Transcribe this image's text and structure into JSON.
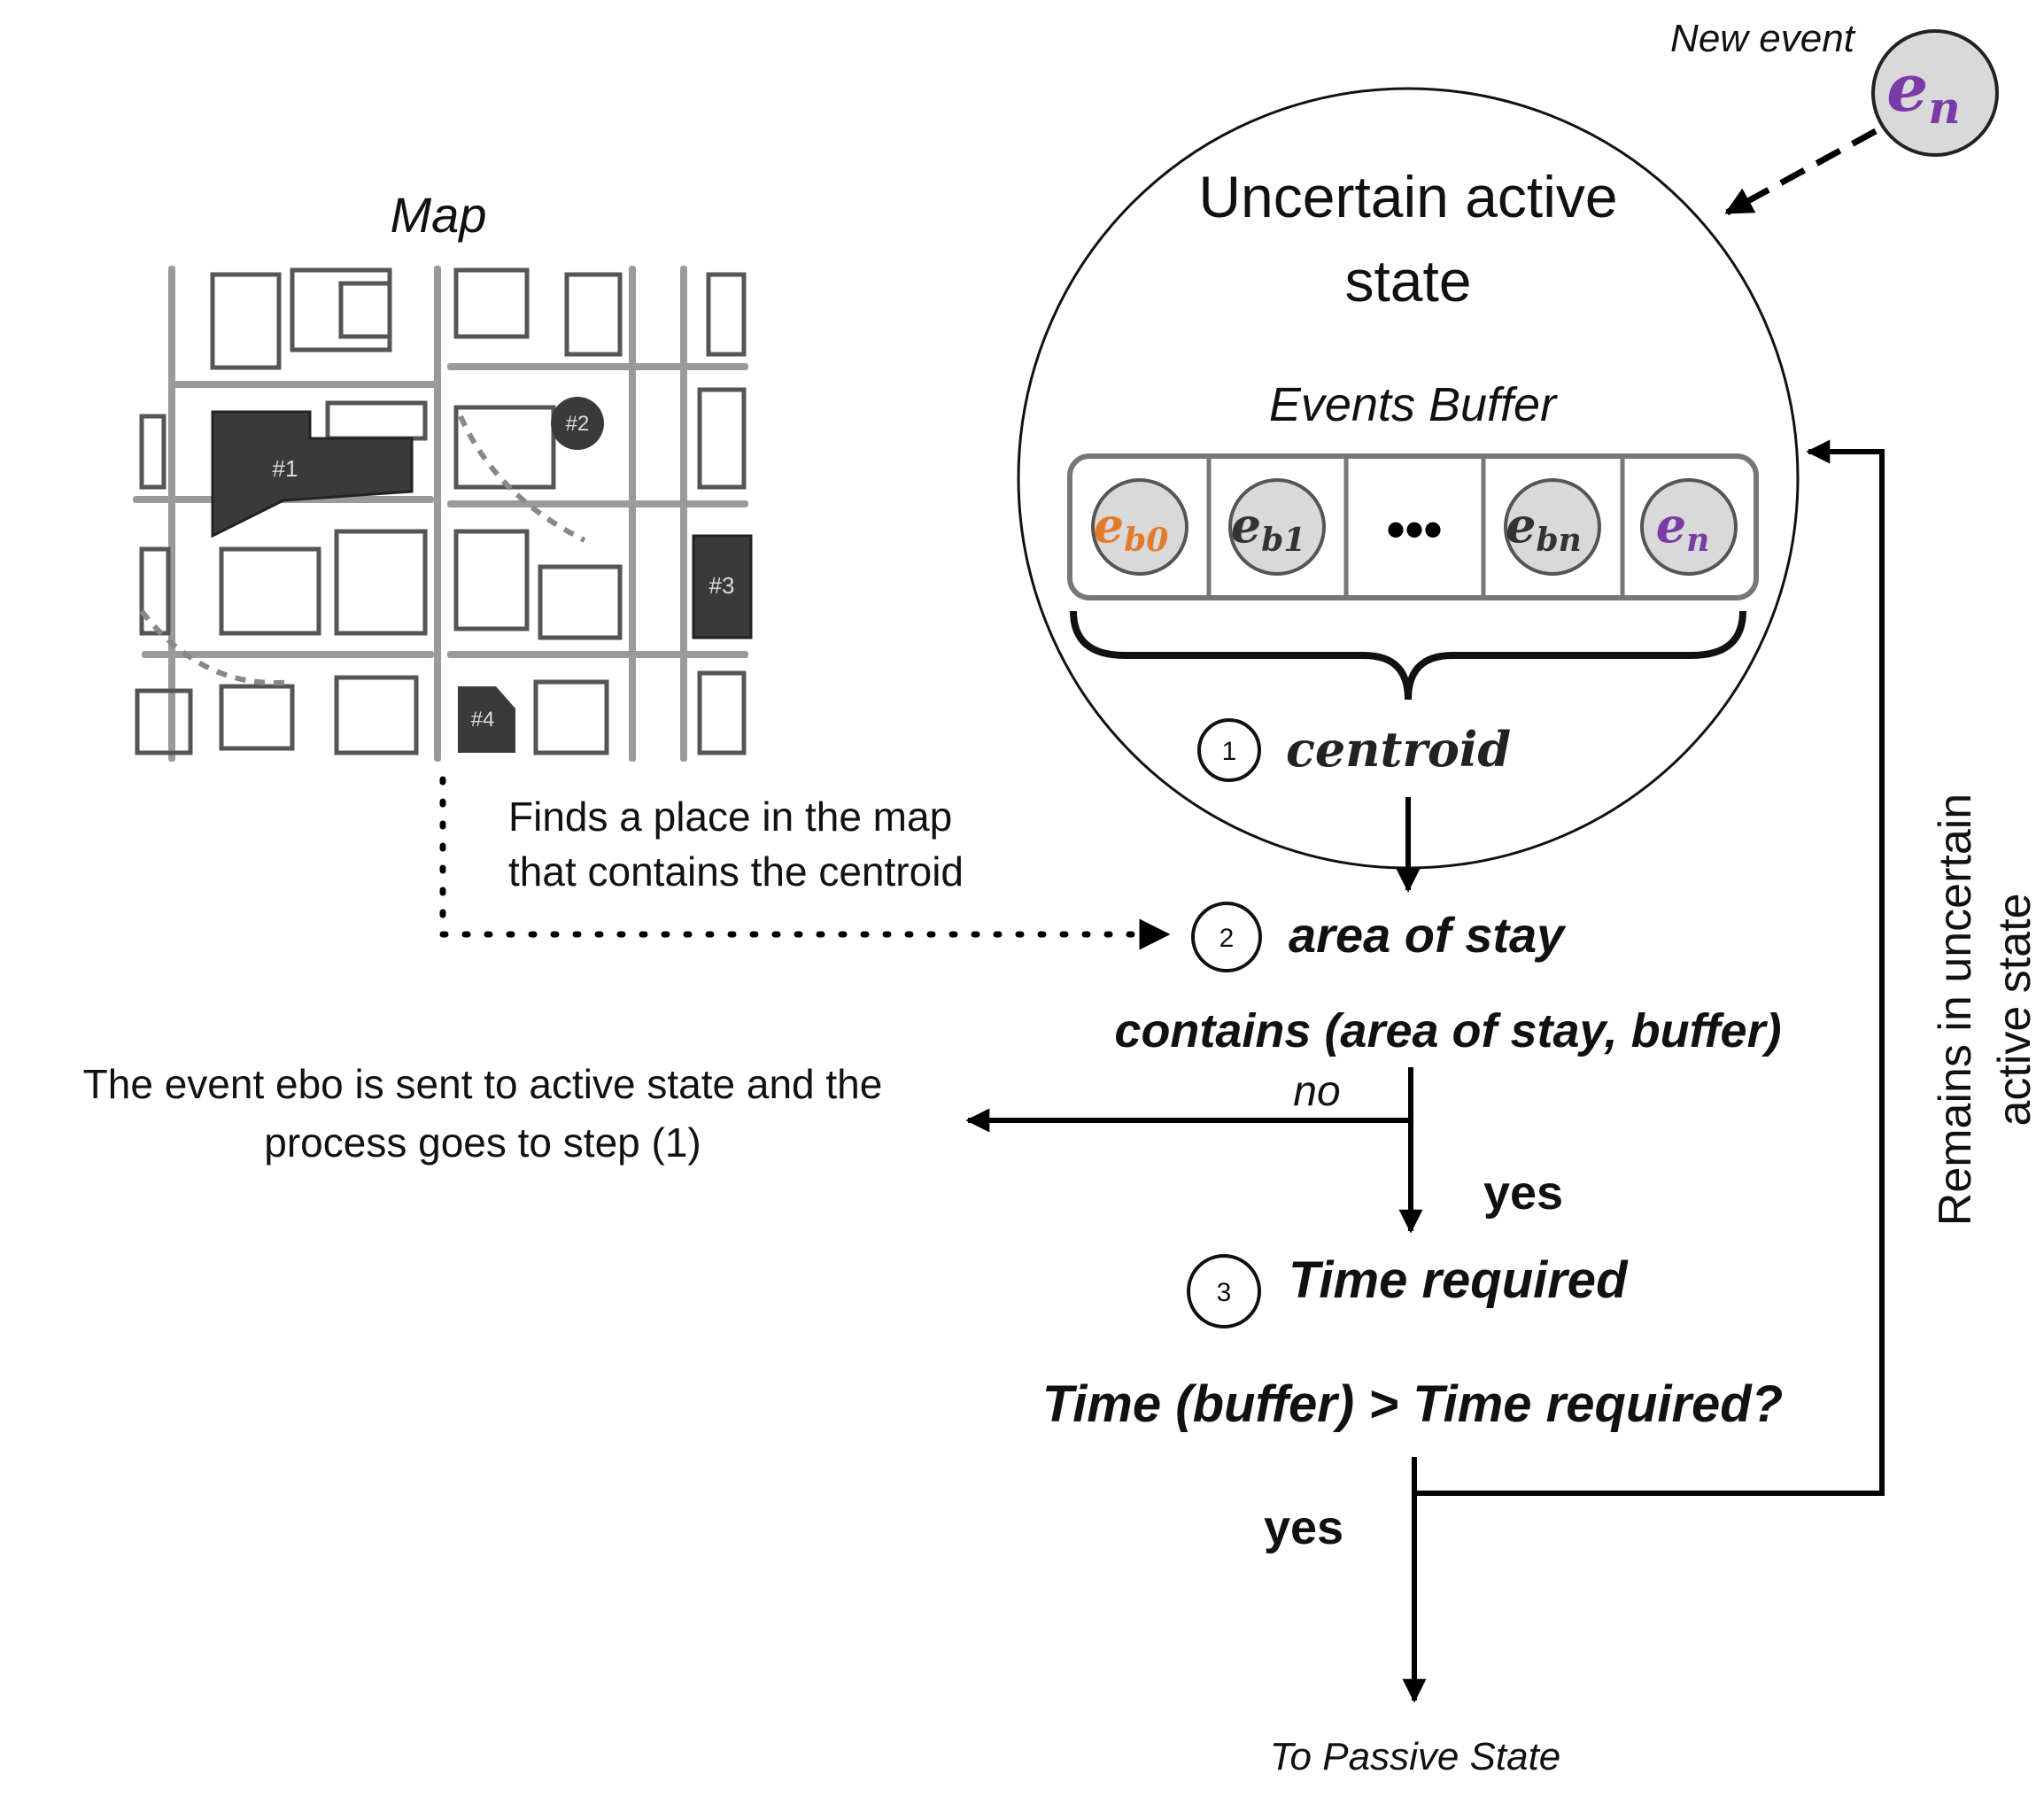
{
  "map": {
    "title": "Map",
    "places": [
      "#1",
      "#2",
      "#3",
      "#4"
    ]
  },
  "new_event": {
    "label": "New event",
    "symbol": "e",
    "subscript": "n"
  },
  "state": {
    "title_line1": "Uncertain active",
    "title_line2": "state"
  },
  "buffer": {
    "title": "Events Buffer",
    "cells": [
      {
        "symbol": "e",
        "subscript": "b0",
        "color": "#e37b2a"
      },
      {
        "symbol": "e",
        "subscript": "b1",
        "color": "#333333"
      },
      {
        "symbol": "•••",
        "subscript": "",
        "color": "#000000"
      },
      {
        "symbol": "e",
        "subscript": "bn",
        "color": "#333333"
      },
      {
        "symbol": "e",
        "subscript": "n",
        "color": "#7a3aa8"
      }
    ]
  },
  "steps": [
    {
      "number": "1",
      "label": "centroid"
    },
    {
      "number": "2",
      "label": "area of stay"
    },
    {
      "number": "3",
      "label": "Time required"
    }
  ],
  "notes": {
    "find_line1": "Finds a place in the map",
    "find_line2": "that contains the centroid",
    "contains": "contains (area of stay, buffer)",
    "no": "no",
    "yes1": "yes",
    "no_result_line1": "The event ebo is sent to active state and the",
    "no_result_line2": "process goes to step (1)",
    "time_check": "Time (buffer) > Time required?",
    "yes2": "yes",
    "remains_line1": "Remains in uncertain",
    "remains_line2": "active state",
    "to_passive": "To Passive State"
  },
  "colors": {
    "orange_event": "#e37b2a",
    "purple_event": "#7a3aa8",
    "building_dark": "#3a3a3a",
    "bubble_fill": "#d9d9d9"
  }
}
